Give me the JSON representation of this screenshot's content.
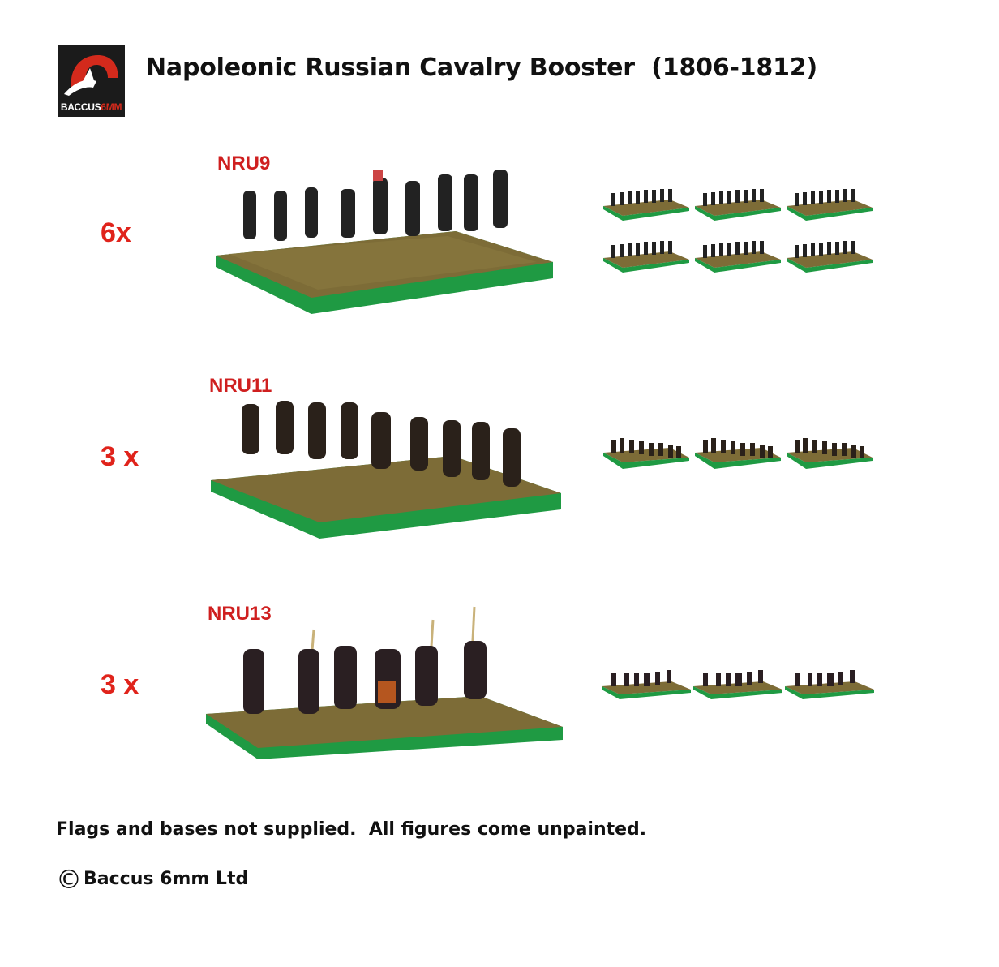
{
  "header": {
    "logo_text_main": "BACCUS",
    "logo_text_accent": "6MM",
    "title": "Napoleonic Russian Cavalry Booster  (1806-1812)"
  },
  "rows": [
    {
      "count": "6x",
      "code": "NRU9",
      "thumbnails": 6
    },
    {
      "count": "3 x",
      "code": "NRU11",
      "thumbnails": 3
    },
    {
      "count": "3 x",
      "code": "NRU13",
      "thumbnails": 3
    }
  ],
  "footer": {
    "note": "Flags and bases not supplied.  All figures come unpainted.",
    "copyright_symbol": "©",
    "copyright_text": "Baccus 6mm Ltd"
  },
  "colors": {
    "accent_red": "#e0231b",
    "base_green": "#1f9a43",
    "grass": "#7a6a34"
  }
}
